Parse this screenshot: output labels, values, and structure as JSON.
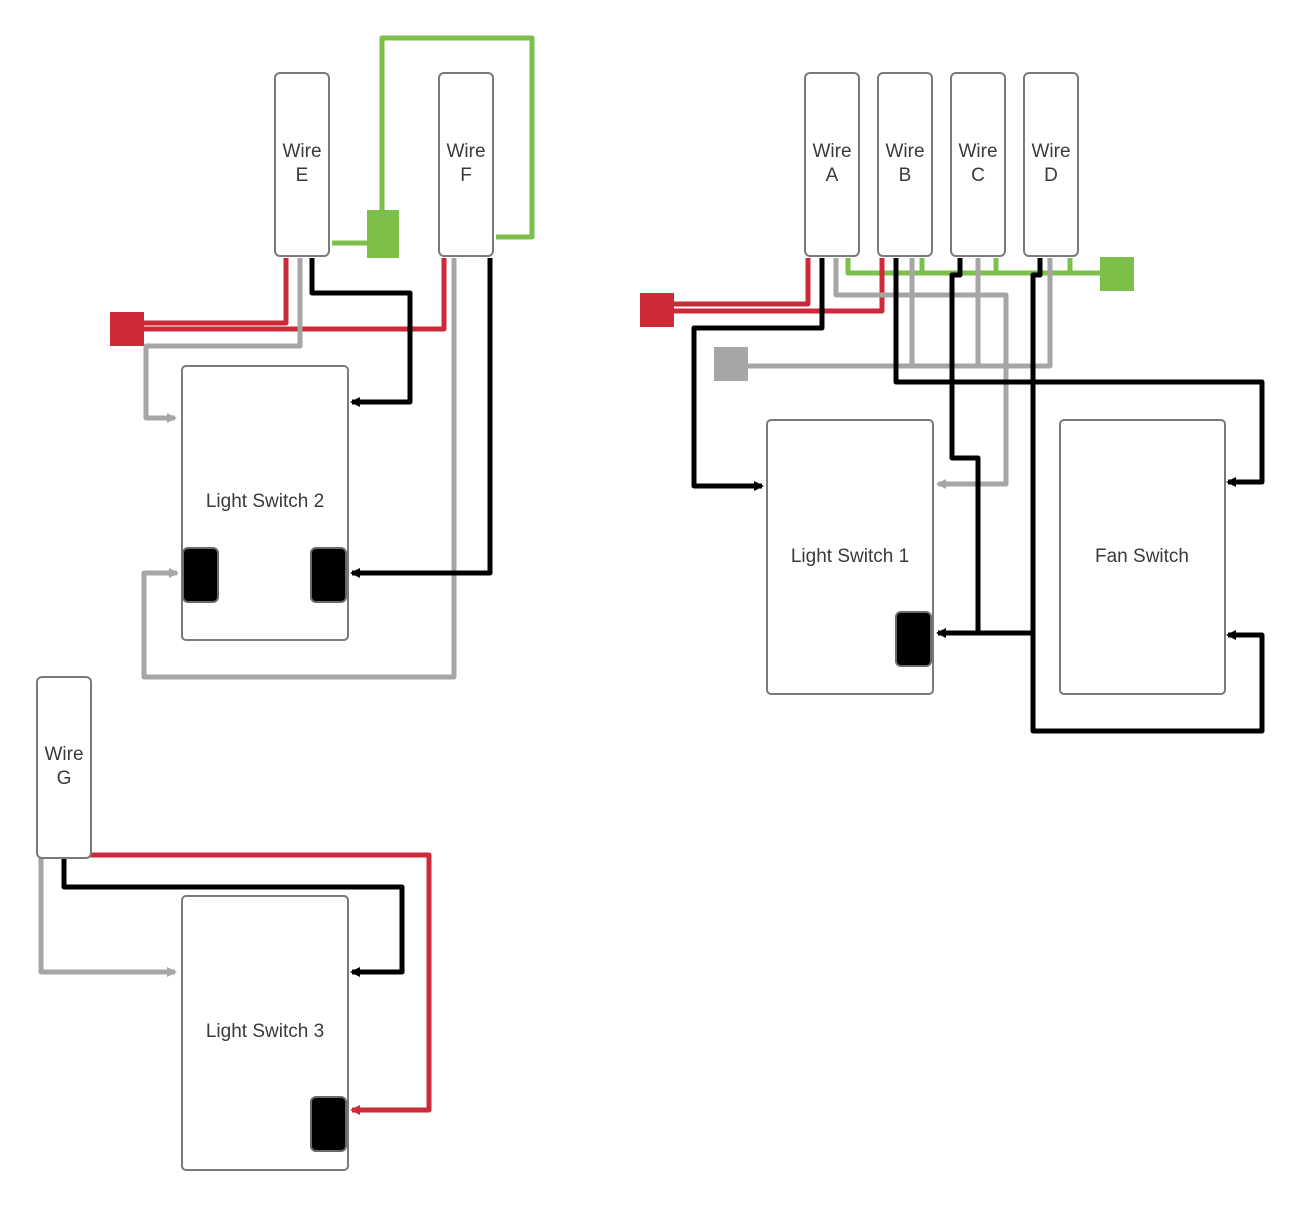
{
  "colors": {
    "hot": "#cc2a36",
    "neutral": "#a6a6a6",
    "ground": "#7cc049",
    "line": "#000000",
    "box_border": "#7a7a7a"
  },
  "wires": {
    "a": {
      "line1": "Wire",
      "line2": "A"
    },
    "b": {
      "line1": "Wire",
      "line2": "B"
    },
    "c": {
      "line1": "Wire",
      "line2": "C"
    },
    "d": {
      "line1": "Wire",
      "line2": "D"
    },
    "e": {
      "line1": "Wire",
      "line2": "E"
    },
    "f": {
      "line1": "Wire",
      "line2": "F"
    },
    "g": {
      "line1": "Wire",
      "line2": "G"
    }
  },
  "switches": {
    "light1": "Light Switch 1",
    "light2": "Light Switch 2",
    "light3": "Light Switch 3",
    "fan": "Fan Switch"
  }
}
